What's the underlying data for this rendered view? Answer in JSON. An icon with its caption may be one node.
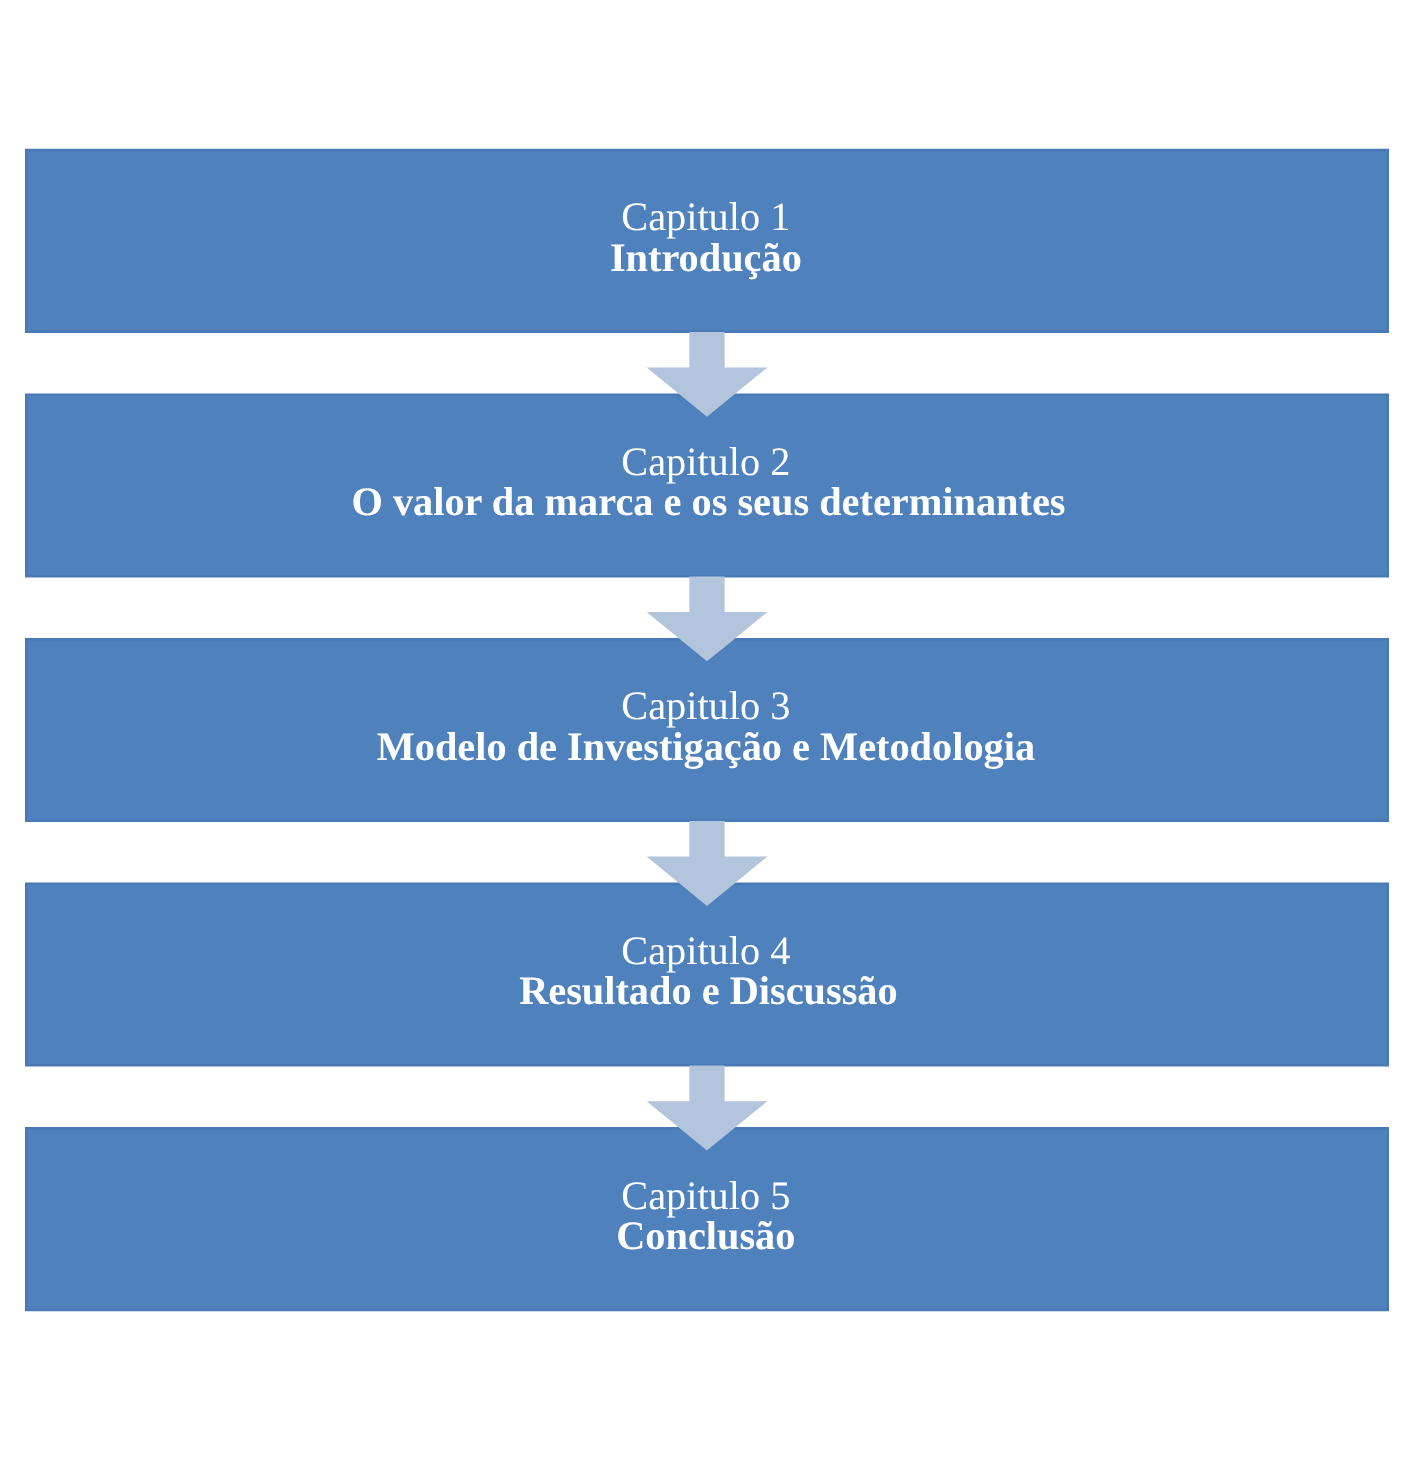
{
  "diagram": {
    "nodes": [
      {
        "text": [
          "Capitulo 1",
          "Introdução"
        ]
      },
      {
        "text": [
          "Capitulo 2",
          "O valor da marca e os seus determinantes"
        ]
      },
      {
        "text": [
          "Capitulo 3",
          "Modelo de Investigação e Metodologia"
        ]
      },
      {
        "text": [
          "Capitulo 4",
          "Resultado e Discussão"
        ]
      },
      {
        "text": [
          "Capitulo 5",
          "Conclusão"
        ]
      }
    ],
    "edges": [
      {
        "from": 0,
        "to": 1,
        "arrow": "to"
      },
      {
        "from": 1,
        "to": 2,
        "arrow": "to"
      },
      {
        "from": 2,
        "to": 3,
        "arrow": "to"
      },
      {
        "from": 3,
        "to": 4,
        "arrow": "to"
      }
    ]
  }
}
